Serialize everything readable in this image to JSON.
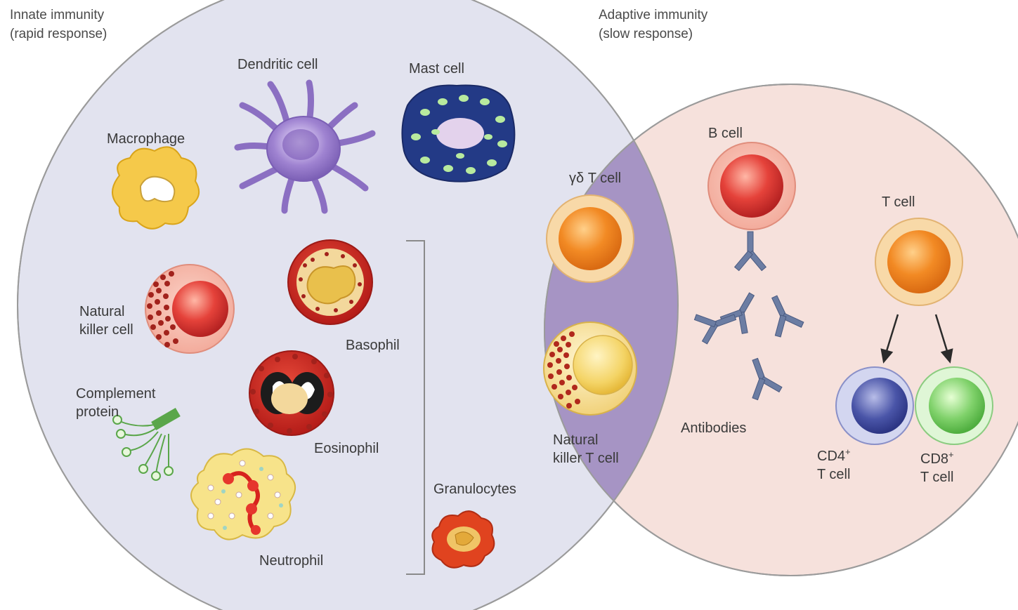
{
  "innate": {
    "title": "Innate immunity",
    "subtitle": "(rapid response)"
  },
  "adaptive": {
    "title": "Adaptive immunity",
    "subtitle": "(slow response)"
  },
  "labels": {
    "dendritic_cell": "Dendritic cell",
    "mast_cell": "Mast cell",
    "macrophage": "Macrophage",
    "nk_cell_1": "Natural",
    "nk_cell_2": "killer cell",
    "basophil": "Basophil",
    "eosinophil": "Eosinophil",
    "complement_1": "Complement",
    "complement_2": "protein",
    "neutrophil": "Neutrophil",
    "granulocytes": "Granulocytes",
    "gamma_delta_t_cell": "γδ T cell",
    "nkt_cell_1": "Natural",
    "nkt_cell_2": "killer T cell",
    "b_cell": "B cell",
    "antibodies": "Antibodies",
    "t_cell": "T cell",
    "cd4_1": "CD4",
    "cd4_sup": "+",
    "cd4_2": "T cell",
    "cd8_1": "CD8",
    "cd8_sup": "+",
    "cd8_2": "T cell"
  },
  "colors": {
    "innate_fill": "#e2e3ef",
    "adaptive_fill": "#f6e1dc",
    "overlap_fill": "#a694c4",
    "circle_stroke": "#9b9b9b"
  }
}
